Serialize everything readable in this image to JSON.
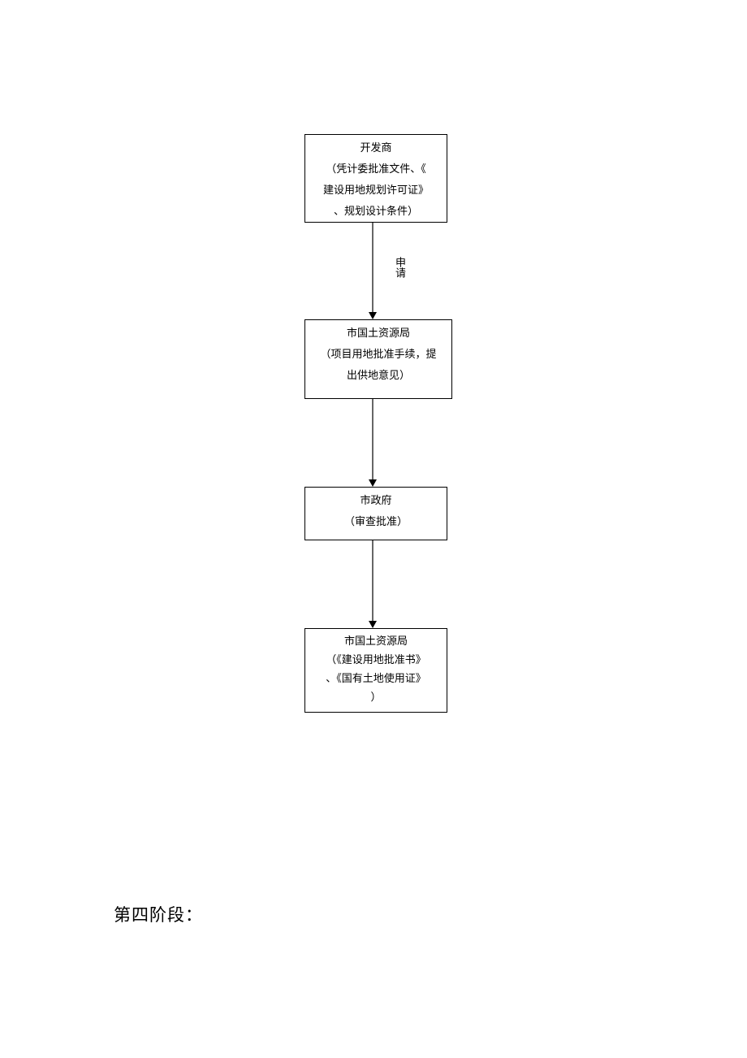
{
  "flow": {
    "boxes": [
      {
        "lines": [
          "开发商",
          "（凭计委批准文件、《",
          "建设用地规划许可证》",
          "、规划设计条件）"
        ]
      },
      {
        "lines": [
          "市国土资源局",
          "（项目用地批准手续，提",
          "出供地意见）"
        ]
      },
      {
        "lines": [
          "市政府",
          "（审查批准）"
        ]
      },
      {
        "lines": [
          "市国土资源局",
          "（《建设用地批准书》",
          "、《国有土地使用证》",
          "）"
        ]
      }
    ],
    "arrow_label": "申请"
  },
  "section_title": "第四阶段："
}
